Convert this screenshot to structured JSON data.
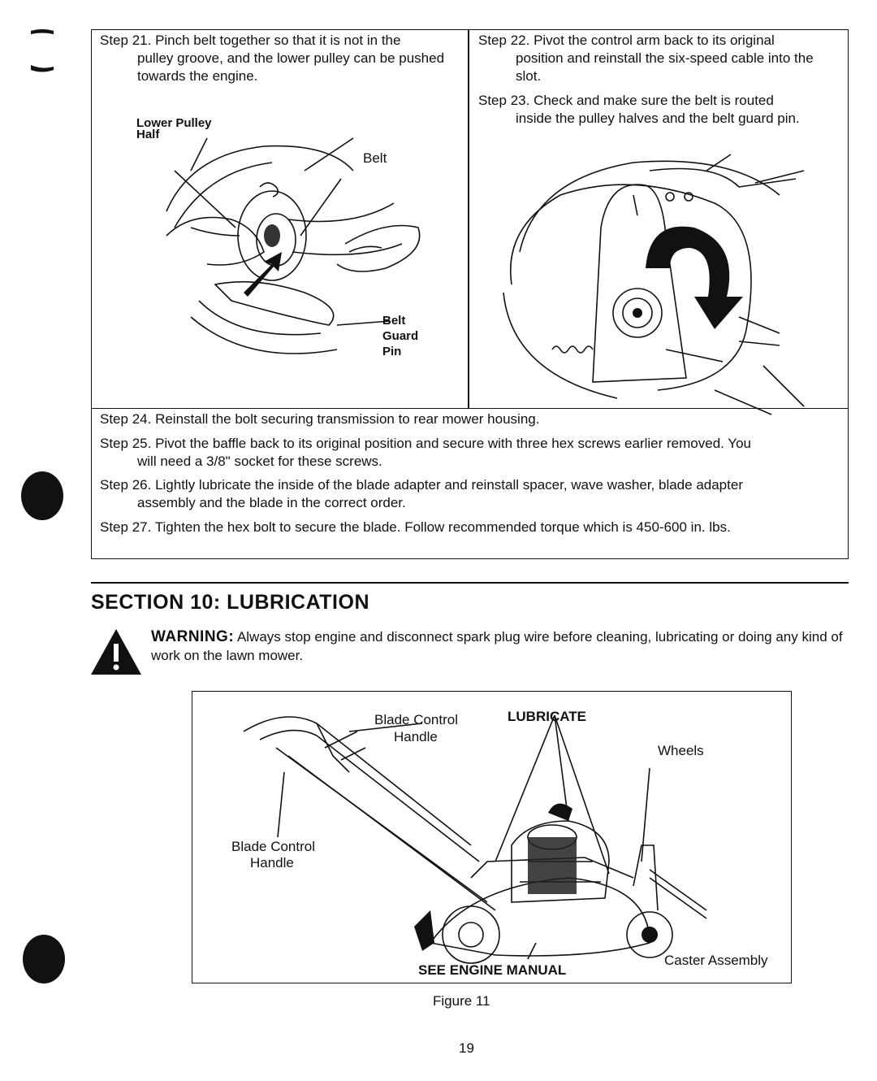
{
  "steps_top_left": {
    "step21": {
      "num": "Step 21.",
      "text": "Pinch belt together so that it is not in the",
      "cont": "pulley groove, and the lower pulley can be pushed towards the engine."
    }
  },
  "steps_top_right": {
    "step22": {
      "num": "Step 22.",
      "text": "Pivot the control arm back to its original",
      "cont": "position and reinstall the six-speed cable into the slot."
    },
    "step23": {
      "num": "Step 23.",
      "text": "Check  and make sure the belt is routed",
      "cont": "inside the pulley halves and the belt guard pin."
    }
  },
  "figure_left_labels": {
    "lower_pulley": "Lower Pulley",
    "half": "Half",
    "belt": "Belt",
    "belt_guard_1": "Belt",
    "belt_guard_2": "Guard",
    "belt_guard_3": "Pin"
  },
  "steps_bottom": {
    "step24": {
      "num": "Step 24.",
      "text": "Reinstall the bolt securing transmission to rear mower housing.",
      "cont": ""
    },
    "step25": {
      "num": "Step 25.",
      "text": "Pivot the baffle back to its original position and secure with three hex screws earlier removed.  You",
      "cont": "will need a 3/8\" socket for these screws."
    },
    "step26": {
      "num": "Step 26.",
      "text": "Lightly lubricate the inside of the blade adapter and reinstall spacer, wave washer, blade adapter",
      "cont": "assembly and the blade in the correct order."
    },
    "step27": {
      "num": "Step 27.",
      "text": "Tighten the hex bolt to secure the blade. Follow recommended torque which is 450-600 in. lbs.",
      "cont": ""
    }
  },
  "section": {
    "title": "SECTION 10:  LUBRICATION",
    "warning_label": "WARNING:",
    "warning_text": " Always stop engine and disconnect spark plug wire before cleaning, lubricating or doing any kind of work on the lawn mower."
  },
  "figure11": {
    "blade_control_top_1": "Blade Control",
    "blade_control_top_2": "Handle",
    "lubricate": "LUBRICATE",
    "wheels": "Wheels",
    "blade_control_left_1": "Blade Control",
    "blade_control_left_2": "Handle",
    "caster_assembly": "Caster Assembly",
    "see_engine_manual": "SEE ENGINE MANUAL",
    "caption": "Figure 11"
  },
  "page_number": "19"
}
